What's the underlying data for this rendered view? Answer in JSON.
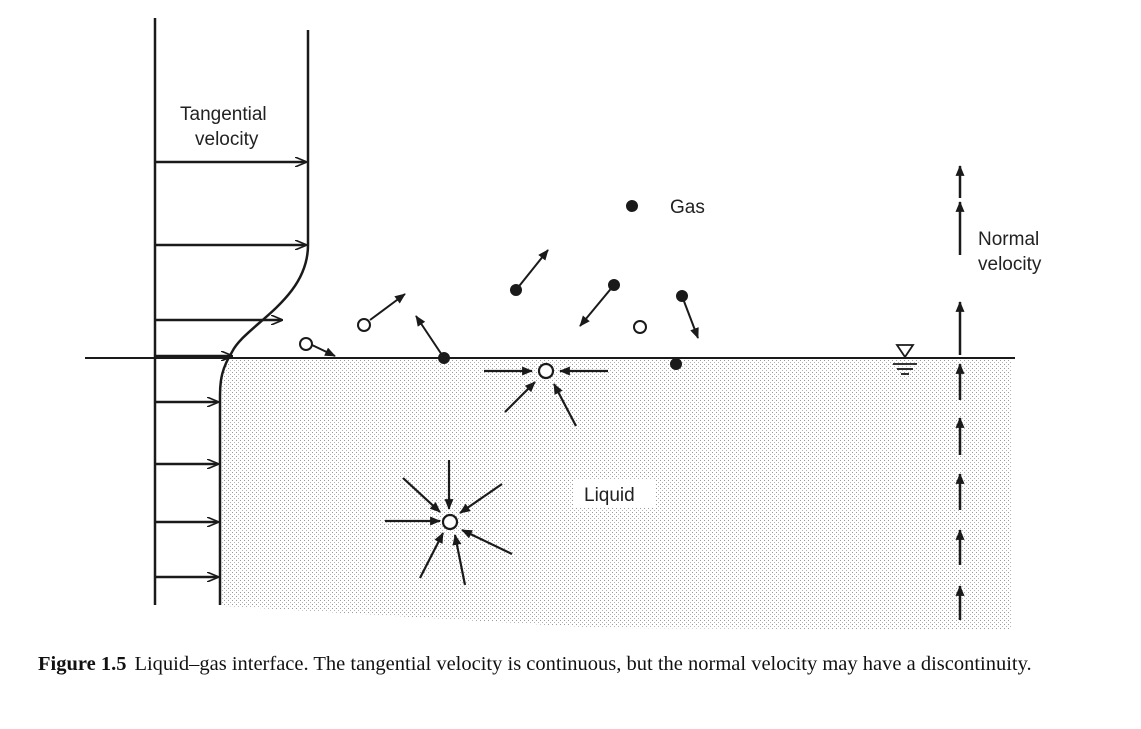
{
  "labels": {
    "tangential": [
      "Tangential",
      "velocity"
    ],
    "normal": [
      "Normal",
      "velocity"
    ],
    "gas": "Gas",
    "liquid": "Liquid"
  },
  "caption": {
    "number": "Figure 1.5",
    "text": "Liquid–gas interface. The tangential velocity is continuous, but the normal velocity may have a discontinuity."
  },
  "colors": {
    "ink": "#1a1a1a",
    "liquid_stipple": "#9a9a9a"
  },
  "icons": {
    "free_surface_symbol": "inverted-triangle-water-level"
  }
}
